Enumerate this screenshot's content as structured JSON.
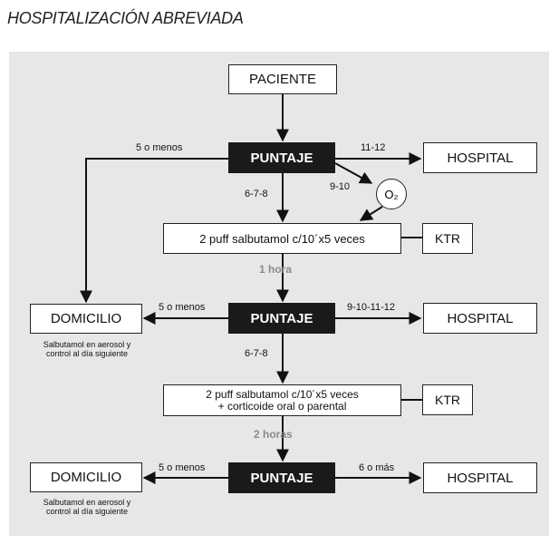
{
  "title": "HOSPITALIZACIÓN ABREVIADA",
  "nodes": {
    "paciente": "PACIENTE",
    "puntaje1": "PUNTAJE",
    "puntaje2": "PUNTAJE",
    "puntaje3": "PUNTAJE",
    "hospital1": "HOSPITAL",
    "hospital2": "HOSPITAL",
    "hospital3": "HOSPITAL",
    "domicilio1": "DOMICILIO",
    "domicilio2": "DOMICILIO",
    "o2": "O₂",
    "treatment1": "2 puff salbutamol c/10´x5 veces",
    "treatment2_line1": "2 puff salbutamol c/10´x5 veces",
    "treatment2_line2": "+ corticoide oral o parental",
    "ktr1": "KTR",
    "ktr2": "KTR"
  },
  "edges": {
    "p1_left": "5 o menos",
    "p1_right": "11-12",
    "p1_down": "6-7-8",
    "p1_o2": "9-10",
    "p2_left": "5 o menos",
    "p2_right": "9-10-11-12",
    "p2_down": "6-7-8",
    "p3_left": "5 o menos",
    "p3_right": "6 o más"
  },
  "times": {
    "t1": "1 hora",
    "t2": "2 horas"
  },
  "notes": {
    "domicilio1_line1": "Salbutamol en aerosol y",
    "domicilio1_line2": "control al día siguiente",
    "domicilio2_line1": "Salbutamol en aerosol y",
    "domicilio2_line2": "control al día siguiente"
  }
}
